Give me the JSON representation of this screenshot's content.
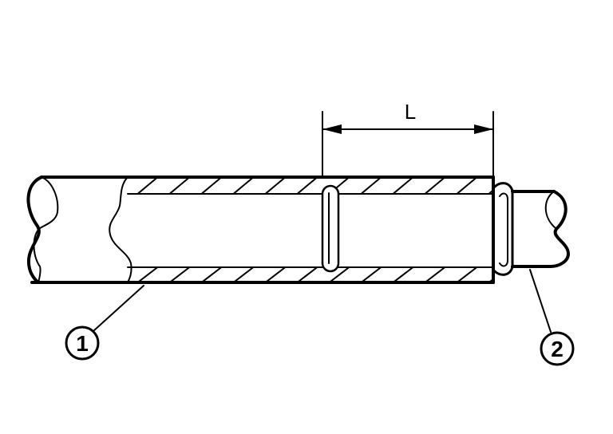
{
  "dimension": {
    "label": "L"
  },
  "callouts": [
    {
      "label": "1"
    },
    {
      "label": "2"
    }
  ],
  "colors": {
    "ink": "#000000",
    "background": "#ffffff"
  }
}
